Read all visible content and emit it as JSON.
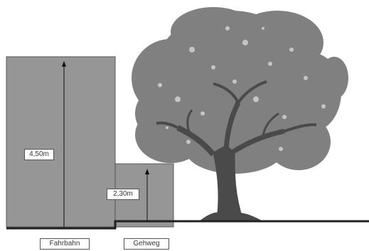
{
  "labels": {
    "road_height": "4,50m",
    "sidewalk_height": "2,30m",
    "road": "Fahrbahn",
    "sidewalk": "Gehweg"
  },
  "colors": {
    "clearance_fill": "#969696",
    "tree_foliage": "#808080",
    "trunk": "#4a4a4a",
    "ground": "#222222"
  }
}
